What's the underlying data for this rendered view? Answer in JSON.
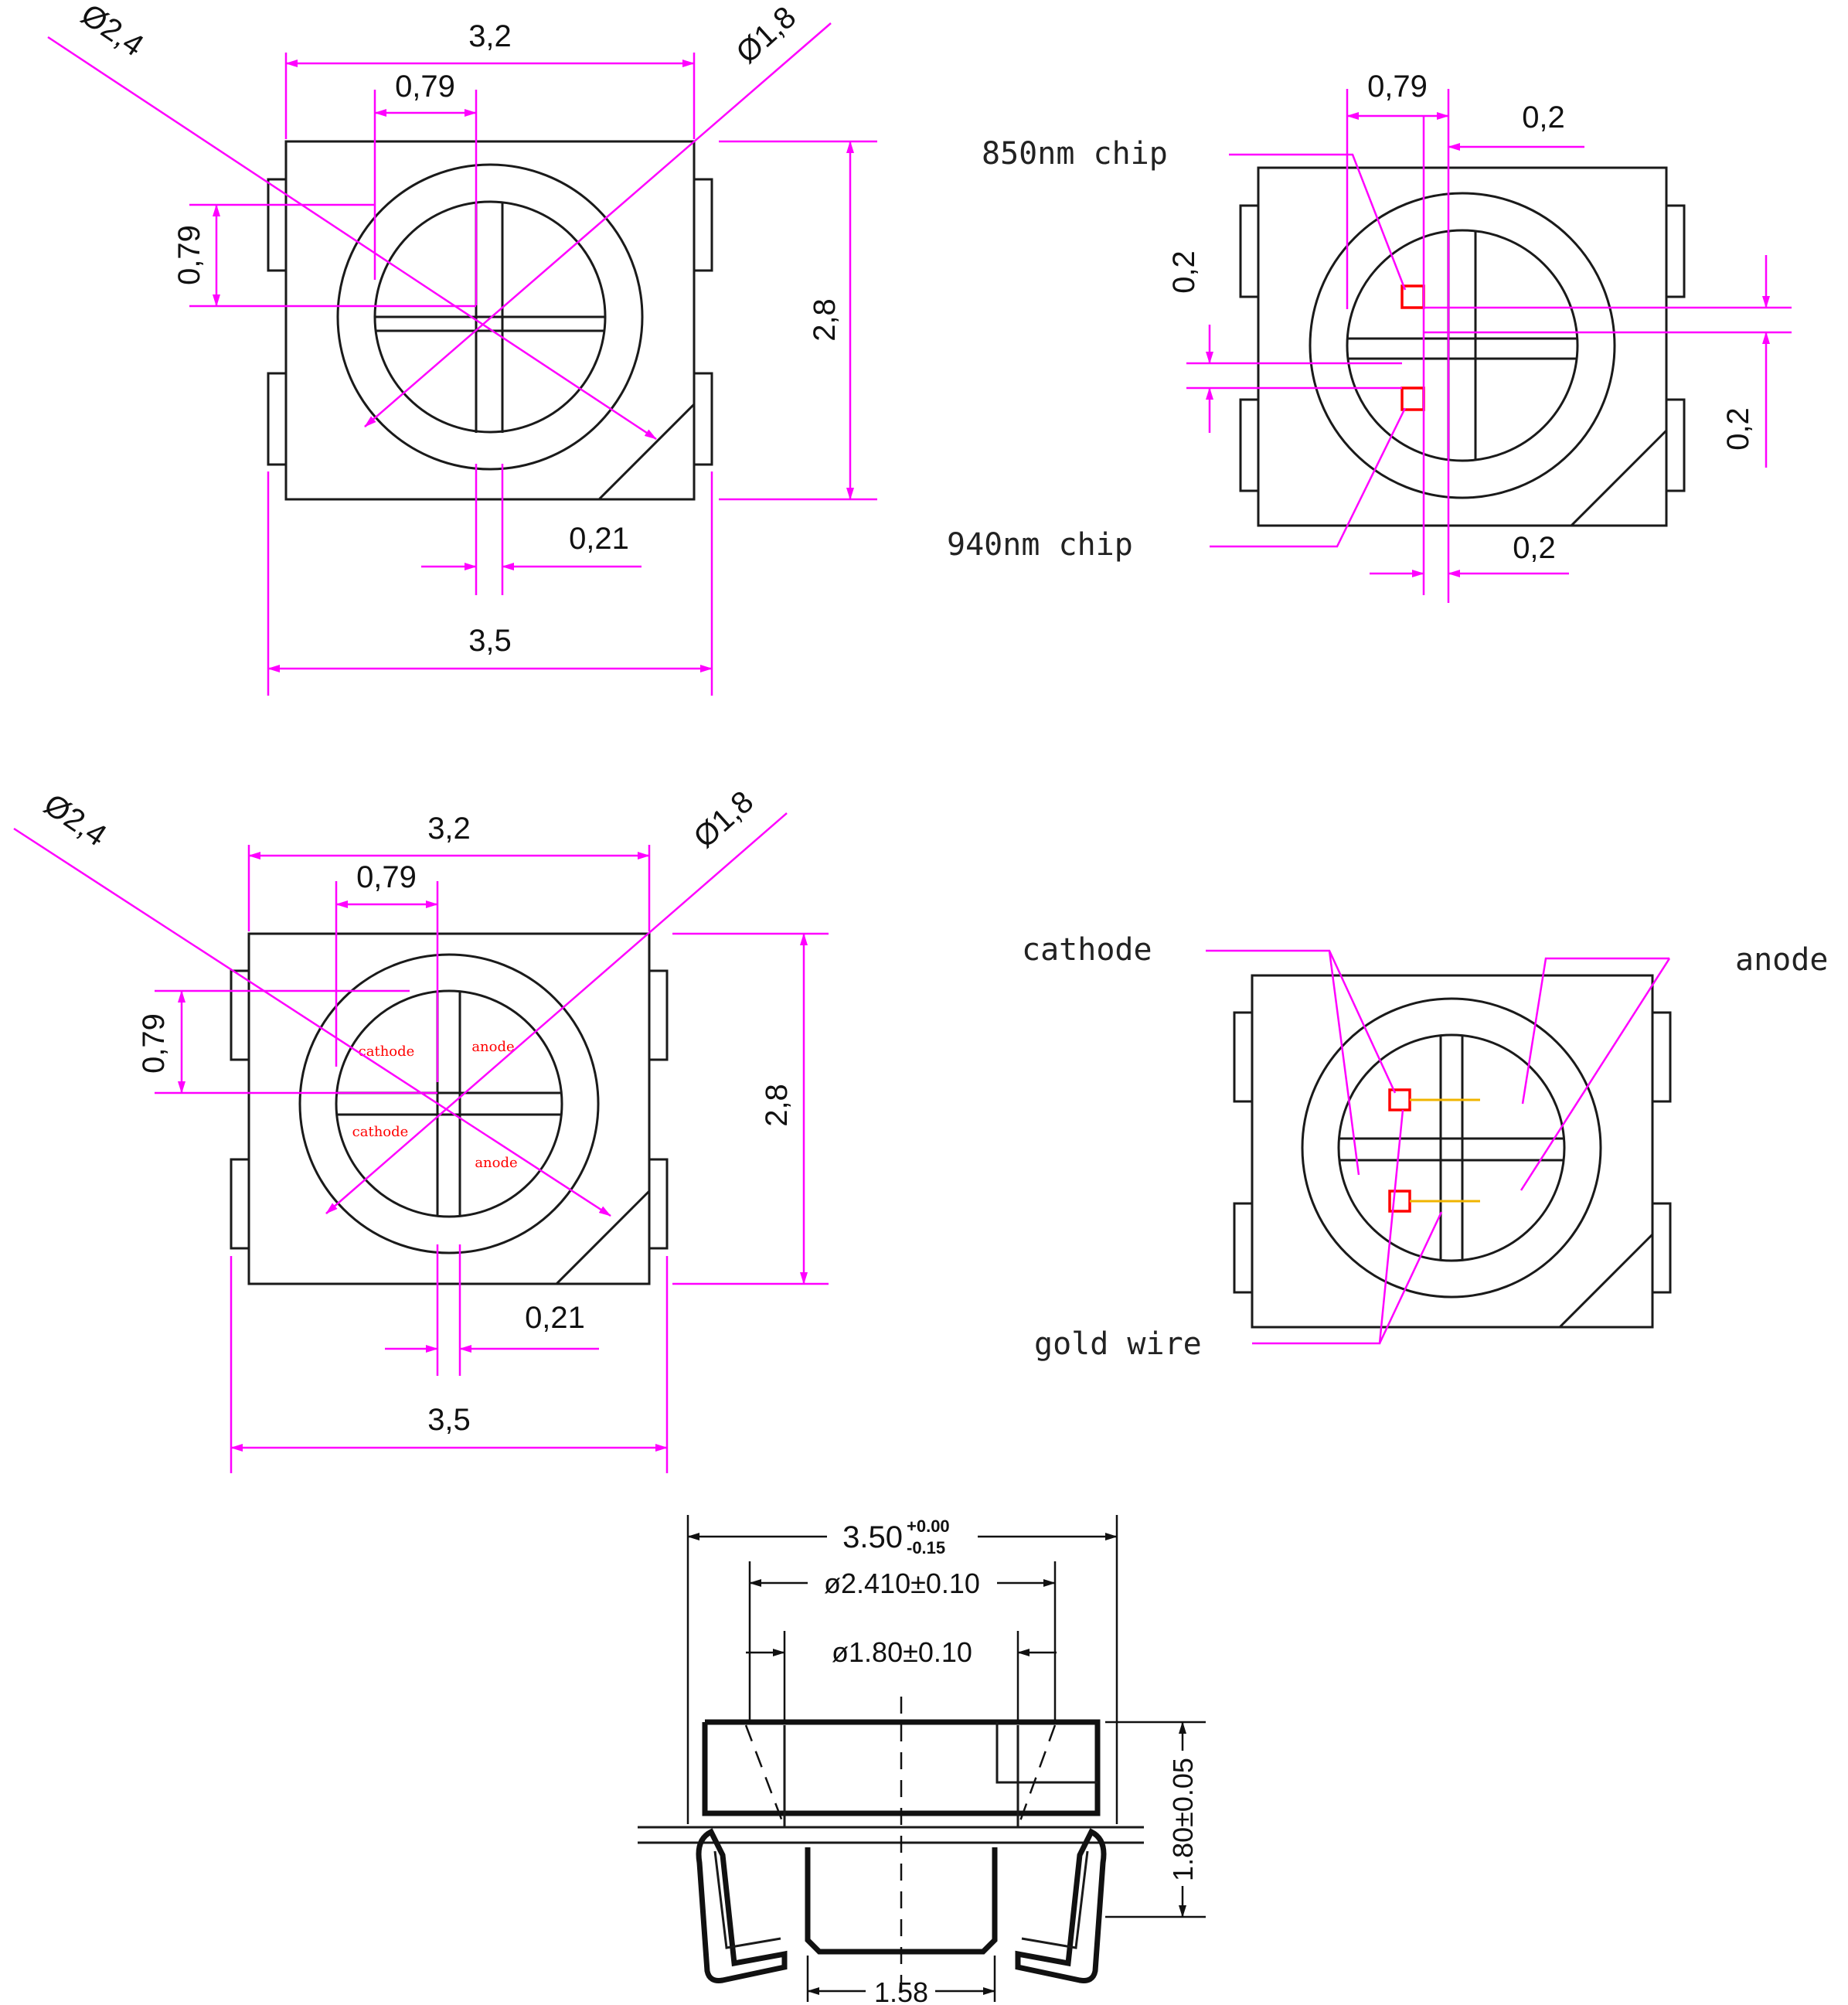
{
  "views": {
    "top_left": {
      "dims": {
        "width_outer": "3,5",
        "width_body": "3,2",
        "height": "2,8",
        "quadrant": "0,79",
        "quadrant_v": "0,79",
        "gap": "0,21",
        "dia_outer": "Ø2,4",
        "dia_inner": "Ø1,8"
      }
    },
    "top_right": {
      "dims": {
        "quadrant": "0,79",
        "chip_top_w": "0,2",
        "chip_v_left": "0,2",
        "chip_v_right": "0,2",
        "chip_bot_w": "0,2"
      },
      "labels": {
        "chip_850": "850nm chip",
        "chip_940": "940nm chip"
      }
    },
    "mid_left": {
      "dims": {
        "width_outer": "3,5",
        "width_body": "3,2",
        "height": "2,8",
        "quadrant": "0,79",
        "quadrant_v": "0,79",
        "gap": "0,21",
        "dia_outer": "Ø2,4",
        "dia_inner": "Ø1,8"
      },
      "pads": {
        "tl": "cathode",
        "tr": "anode",
        "bl": "cathode",
        "br": "anode"
      }
    },
    "mid_right": {
      "labels": {
        "cathode": "cathode",
        "anode": "anode",
        "gold_wire": "gold wire"
      }
    },
    "side": {
      "dims": {
        "width": "3.50",
        "width_tol_plus": "+0.00",
        "width_tol_minus": "-0.15",
        "dia_outer": "ø2.410±0.10",
        "dia_inner": "ø1.80±0.10",
        "height": "1.80±0.05",
        "bottom": "1.58"
      }
    }
  },
  "colors": {
    "dimension": "#ff00ff",
    "outline": "#1a1a1a",
    "chip": "#ff0000",
    "gold_wire": "#f0b400"
  }
}
